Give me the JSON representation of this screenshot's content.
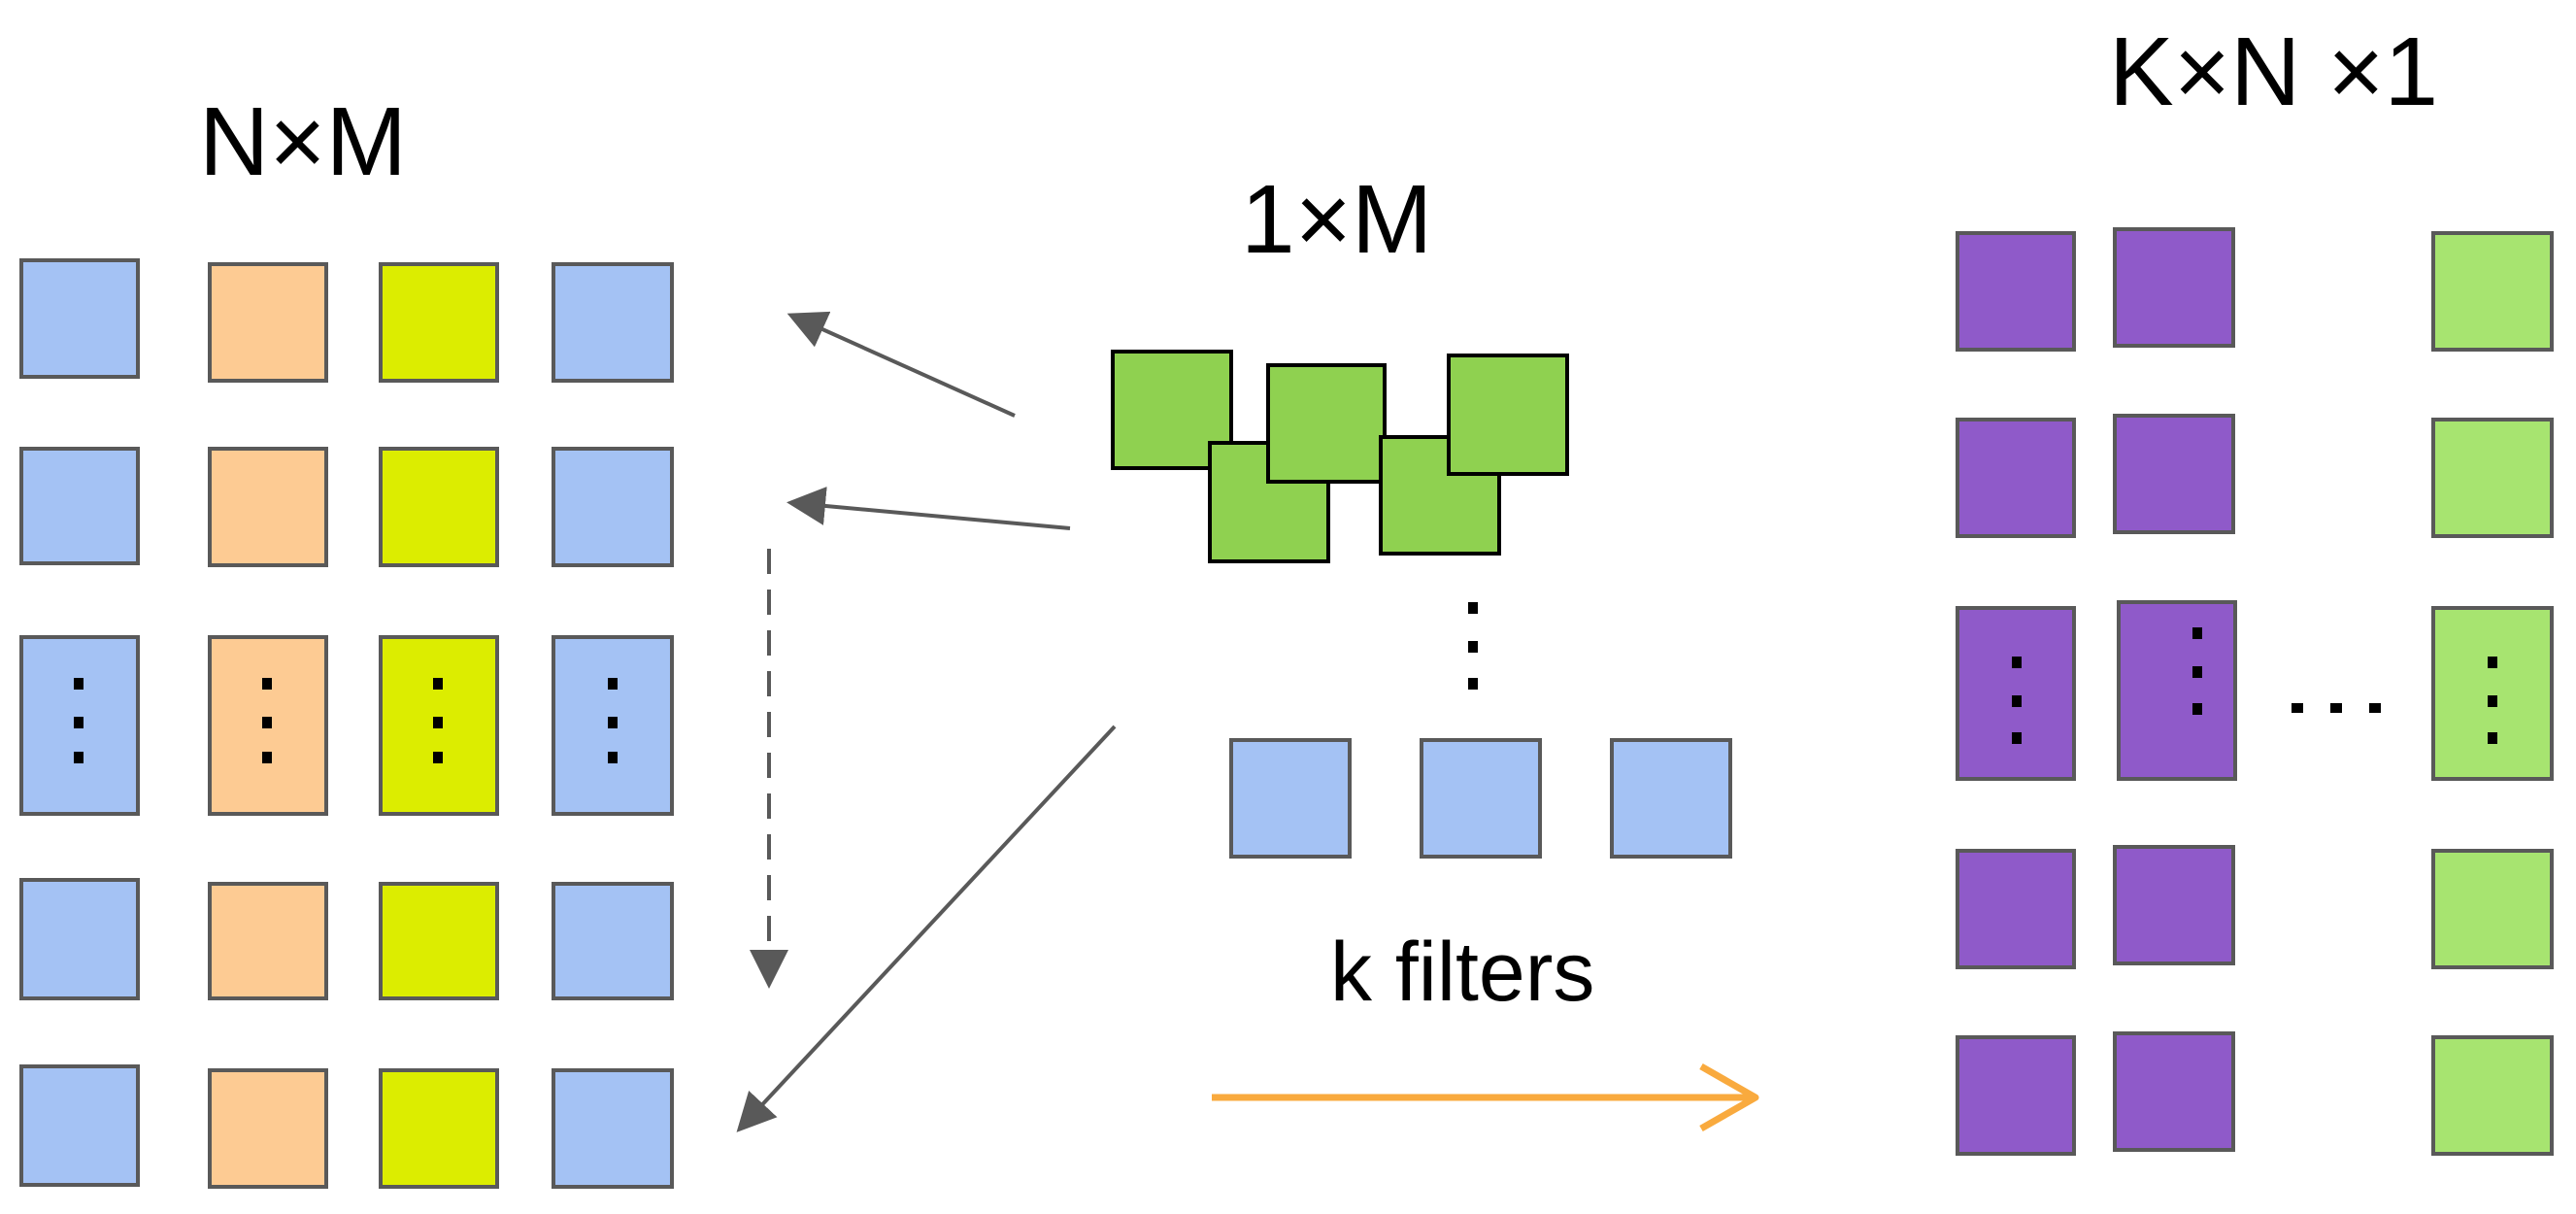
{
  "labels": {
    "input_matrix": "N×M",
    "filter": "1×M",
    "output_matrix": "K×N ×1",
    "filters_caption": "k filters"
  },
  "colors": {
    "blue": "#a4c2f4",
    "orange": "#fdcb93",
    "yellow": "#dced00",
    "green_filter": "#8fd150",
    "purple": "#8f5ac9",
    "light_green": "#a7e470",
    "square_border": "#595959",
    "arrow": "#595959",
    "orange_arrow": "#f9aa3e"
  },
  "input_matrix": {
    "column_colors": [
      "blue",
      "orange",
      "yellow",
      "blue"
    ],
    "row_count_visible": 4
  },
  "output_matrix": {
    "column_colors": [
      "purple",
      "purple",
      "light_green"
    ],
    "row_count_visible": 4
  },
  "filter": {
    "color": "green_filter",
    "cells_visible": 5
  },
  "other_filters": {
    "color": "blue",
    "cells_visible": 3
  },
  "icons": [
    "vertical-ellipsis-icon",
    "horizontal-ellipsis-icon",
    "arrow-icon"
  ]
}
